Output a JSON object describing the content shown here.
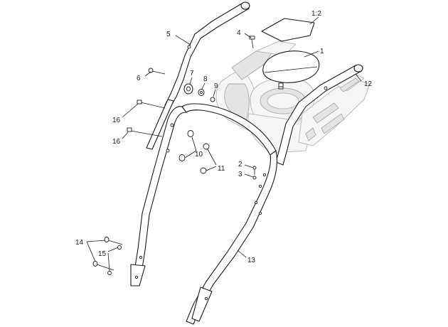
{
  "callouts": [
    {
      "id": "c-1",
      "text": "1"
    },
    {
      "id": "c-1-2",
      "text": "1:2"
    },
    {
      "id": "c-2",
      "text": "2"
    },
    {
      "id": "c-3",
      "text": "3"
    },
    {
      "id": "c-4",
      "text": "4"
    },
    {
      "id": "c-5",
      "text": "5"
    },
    {
      "id": "c-6",
      "text": "6"
    },
    {
      "id": "c-7",
      "text": "7"
    },
    {
      "id": "c-8",
      "text": "8"
    },
    {
      "id": "c-9",
      "text": "9"
    },
    {
      "id": "c-10",
      "text": "10"
    },
    {
      "id": "c-11",
      "text": "11"
    },
    {
      "id": "c-12",
      "text": "12"
    },
    {
      "id": "c-13",
      "text": "13"
    },
    {
      "id": "c-14",
      "text": "14"
    },
    {
      "id": "c-15",
      "text": "15"
    },
    {
      "id": "c-16a",
      "text": "16"
    },
    {
      "id": "c-16b",
      "text": "16"
    }
  ]
}
